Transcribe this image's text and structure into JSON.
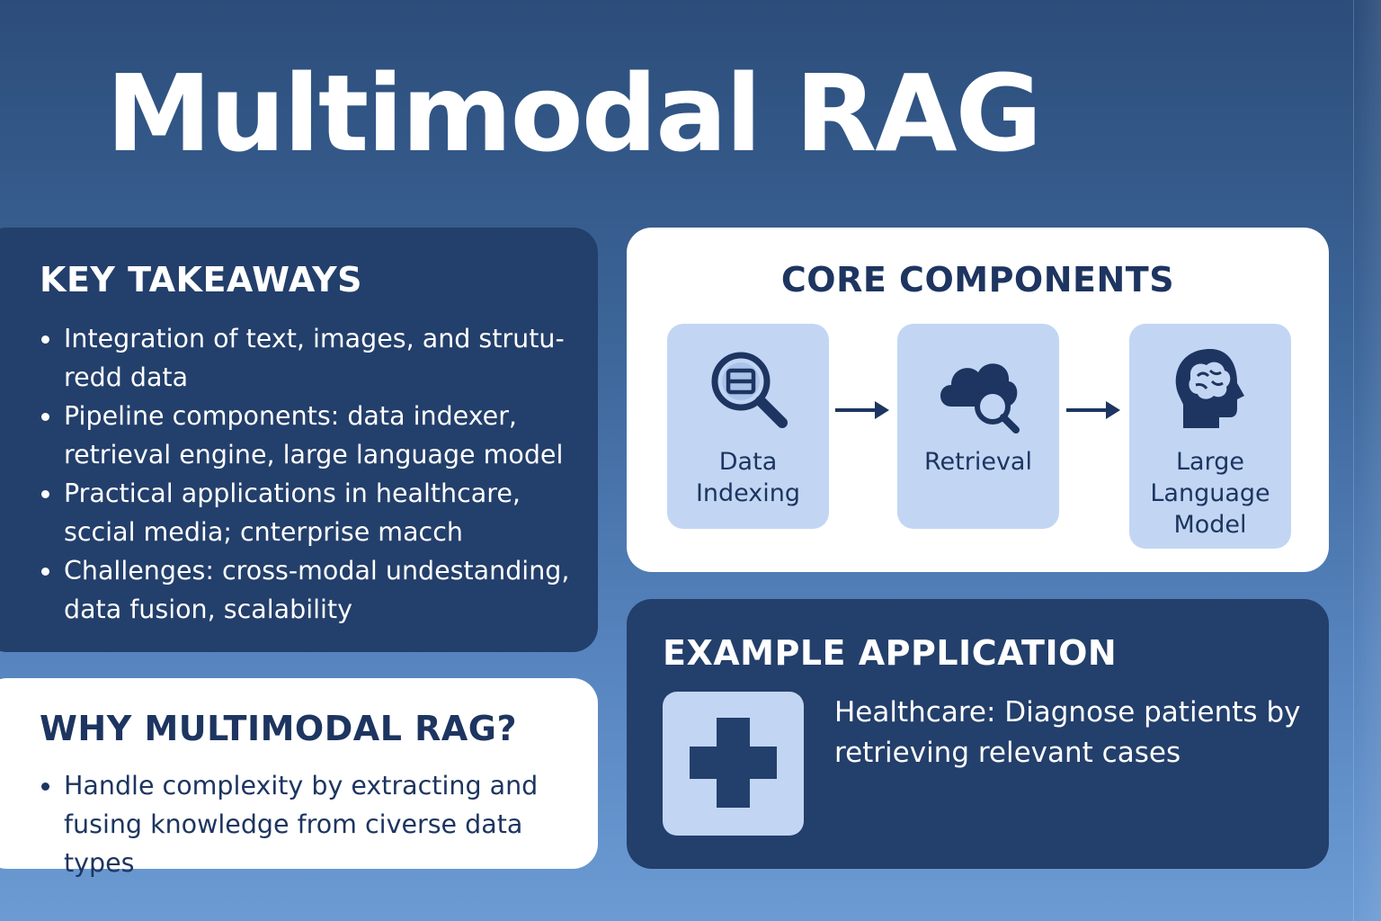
{
  "title": "Multimodal RAG",
  "key_takeaways": {
    "heading": "KEY TAKEAWAYS",
    "items": [
      "Integration of text, images, and strutu-redd data",
      "Pipeline components: data indexer, retrieval engine, large language model",
      "Practical applications in healthcare, sccial media; cnterprise macch",
      "Challenges: cross-modal undestanding, data fusion, scalability"
    ]
  },
  "why": {
    "heading": "WHY MULTIMODAL RAG?",
    "items": [
      "Handle complexity by extracting and fusing knowledge from civerse data types"
    ]
  },
  "core_components": {
    "heading": "CORE COMPONENTS",
    "components": [
      {
        "label": "Data Indexing",
        "icon": "magnifier-document-icon"
      },
      {
        "label": "Retrieval",
        "icon": "cloud-search-icon"
      },
      {
        "label": "Large Language Model",
        "icon": "head-brain-icon"
      }
    ]
  },
  "example": {
    "heading": "EXAMPLE APPLICATION",
    "text": "Healthcare: Diagnose patients by retrieving relevant cases",
    "icon": "medical-cross-icon"
  },
  "colors": {
    "background_top": "#2c4d7a",
    "background_bottom": "#6c9bd4",
    "dark_card": "#233f6b",
    "light_card": "#ffffff",
    "component_box": "#c2d6f4",
    "dark_text": "#1d3560"
  }
}
